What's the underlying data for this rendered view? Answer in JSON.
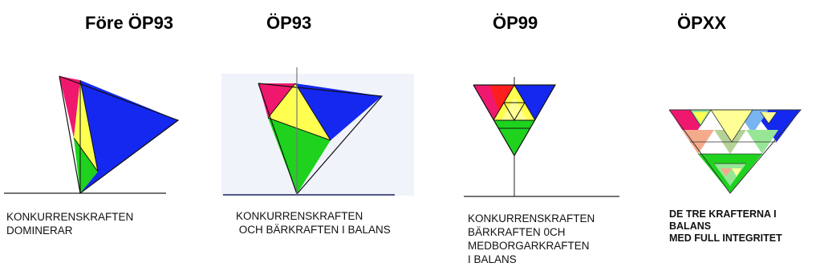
{
  "panels": [
    {
      "title": "Före ÖP93",
      "caption": [
        "KONKURRENSKRAFTEN",
        "DOMINERAR"
      ]
    },
    {
      "title": "ÖP93",
      "caption": [
        "KONKURRENSKRAFTEN",
        " OCH BÄRKRAFTEN I BALANS"
      ]
    },
    {
      "title": "ÖP99",
      "caption": [
        "KONKURRENSKRAFTEN",
        "BÄRKRAFTEN 0CH",
        "MEDBORGARKRAFTEN",
        "I BALANS"
      ]
    },
    {
      "title": "ÖPXX",
      "caption": [
        "DE TRE KRAFTERNA I",
        "BALANS",
        "MED FULL INTEGRITET"
      ]
    }
  ],
  "colors": {
    "magenta": "#f0186e",
    "red": "#ff1e1e",
    "blue": "#1428f0",
    "green": "#1ed21e",
    "yellow": "#ffff50",
    "lightYellow": "#ffff96",
    "salmon": "#f5aa8c",
    "lightGreen": "#96e696",
    "sage": "#b4d296",
    "lightBlue": "#78b4f0"
  }
}
